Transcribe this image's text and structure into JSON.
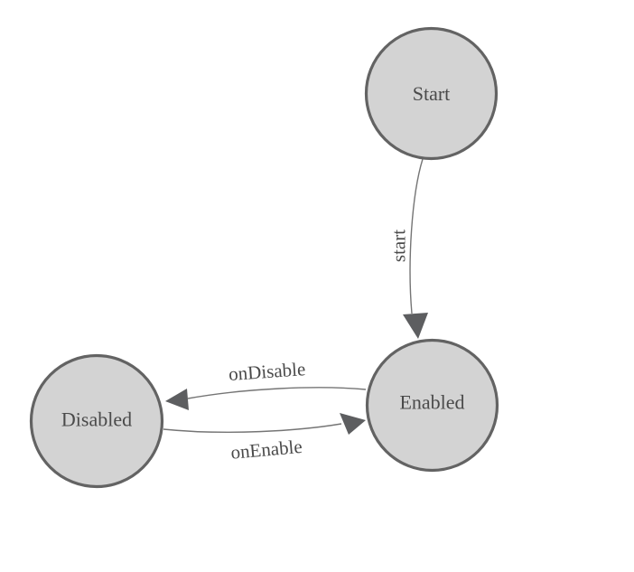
{
  "diagram": {
    "type": "state-machine",
    "nodes": [
      {
        "id": "start",
        "label": "Start"
      },
      {
        "id": "enabled",
        "label": "Enabled"
      },
      {
        "id": "disabled",
        "label": "Disabled"
      }
    ],
    "edges": [
      {
        "from": "start",
        "to": "enabled",
        "label": "start"
      },
      {
        "from": "enabled",
        "to": "disabled",
        "label": "onDisable"
      },
      {
        "from": "disabled",
        "to": "enabled",
        "label": "onEnable"
      }
    ],
    "colors": {
      "background": "#ffffff",
      "node_fill": "#d3d3d3",
      "node_border": "#636363",
      "edge_line": "#757575",
      "arrowhead": "#5d5e60",
      "text": "#4a4a4a"
    }
  }
}
